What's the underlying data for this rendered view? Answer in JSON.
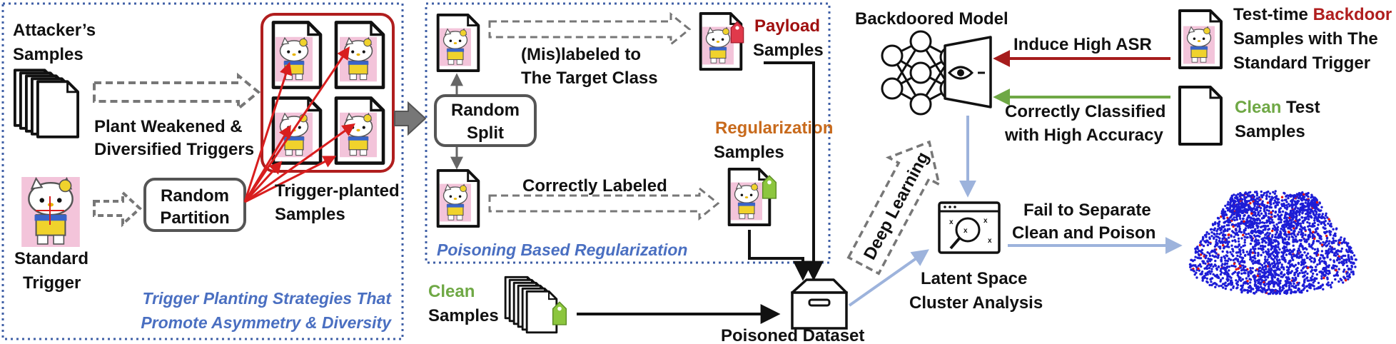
{
  "attacker_samples": {
    "line1": "Attacker’s",
    "line2": "Samples"
  },
  "standard_trigger": {
    "line1": "Standard",
    "line2": "Trigger"
  },
  "plant_label": {
    "line1": "Plant Weakened &",
    "line2": "Diversified Triggers"
  },
  "random_partition": {
    "line1": "Random",
    "line2": "Partition"
  },
  "trigger_planted": {
    "line1": "Trigger-planted",
    "line2": "Samples"
  },
  "strategies_caption": {
    "line1": "Trigger Planting Strategies That",
    "line2": "Promote Asymmetry & Diversity"
  },
  "random_split": {
    "line1": "Random",
    "line2": "Split"
  },
  "mislabeled": {
    "line1": "(Mis)labeled to",
    "line2": "The Target Class"
  },
  "payload": {
    "word": "Payload",
    "line2": "Samples"
  },
  "correctly_labeled": "Correctly Labeled",
  "regularization": {
    "word": "Regularization",
    "line2": "Samples"
  },
  "poisoning_caption": "Poisoning Based Regularization",
  "clean_samples": {
    "word": "Clean",
    "line2": "Samples"
  },
  "poisoned_dataset": "Poisoned Dataset",
  "deep_learning": "Deep Learning",
  "backdoored_model": "Backdoored Model",
  "induce_asr": "Induce High ASR",
  "correctly_classified": {
    "line1": "Correctly Classified",
    "line2": "with High Accuracy"
  },
  "test_backdoor": {
    "prefix": "Test-time ",
    "word": "Backdoor",
    "line2": "Samples with The",
    "line3": "Standard Trigger"
  },
  "clean_test": {
    "word": "Clean",
    "suffix": " Test",
    "line2": "Samples"
  },
  "latent_space": {
    "line1": "Latent Space",
    "line2": "Cluster Analysis"
  },
  "fail_separate": {
    "line1": "Fail to Separate",
    "line2": "Clean and Poison"
  },
  "colors": {
    "accent_red": "#b01e1e",
    "payload_red": "#a01010",
    "reg_orange": "#c86a1c",
    "clean_green": "#6fa845",
    "caption_blue": "#4a6fc1",
    "arrow_blue": "#9db3dc",
    "dashed_border": "#3f5fa6",
    "scatter_blue": "#1d1dd6",
    "scatter_red": "#e01616"
  },
  "icons": [
    "document-stack-icon",
    "hello-kitty-trigger-icon",
    "tag-icon",
    "dataset-box-icon",
    "neural-network-icon",
    "eye-model-icon",
    "cluster-analysis-icon",
    "scatter-plot-icon"
  ]
}
